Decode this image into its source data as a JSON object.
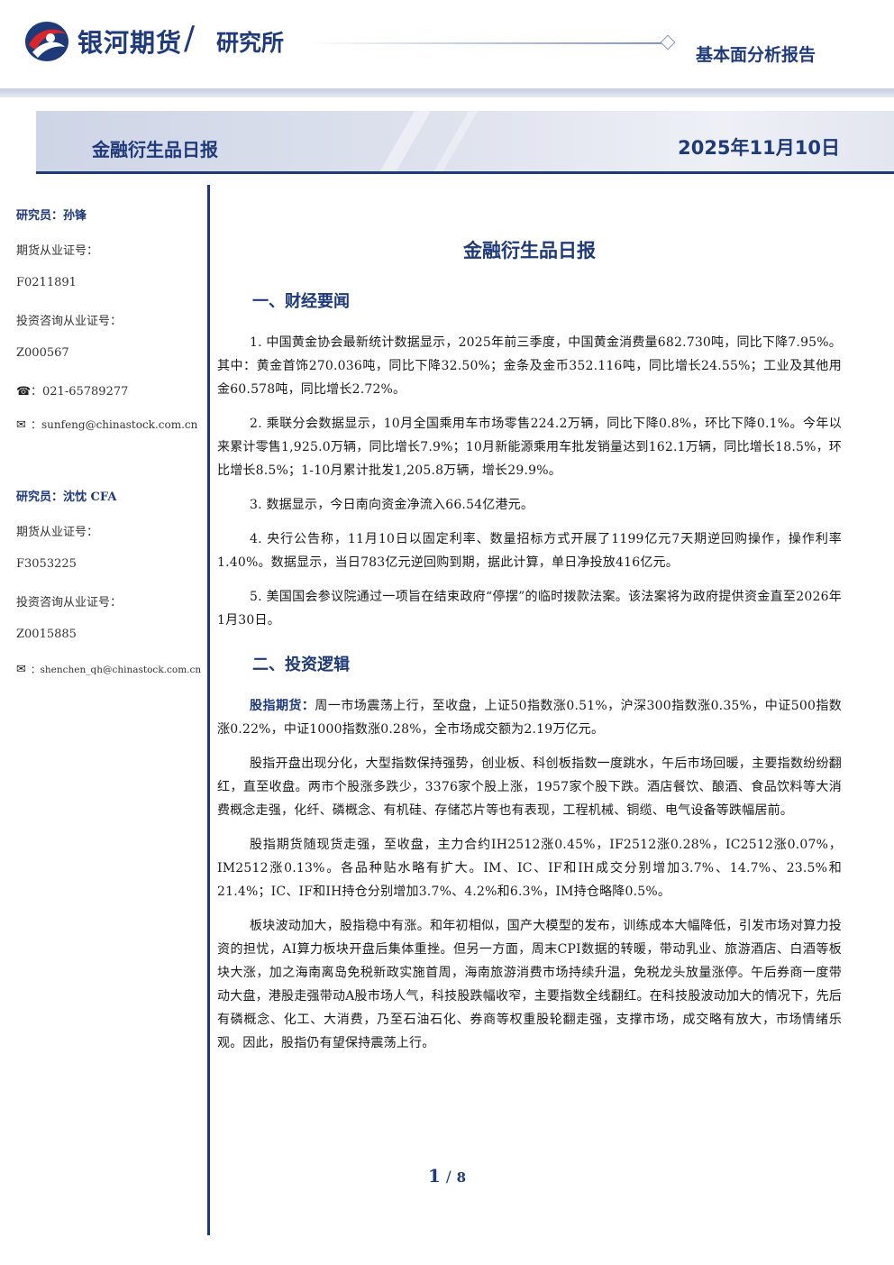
{
  "header": {
    "company": "银河期货",
    "institute": "研究所",
    "report_type": "基本面分析报告"
  },
  "title_bar": {
    "title": "金融衍生品日报",
    "date": "2025年11月10日"
  },
  "sidebar": {
    "analyst1": {
      "label": "研究员：孙锋",
      "license_label": "期货从业证号：",
      "license": "F0211891",
      "consult_label": "投资咨询从业证号：",
      "consult": "Z000567",
      "phone": "021-65789277",
      "email": "sunfeng@chinastock.com.cn"
    },
    "analyst2": {
      "label": "研究员：沈忱 CFA",
      "license_label": "期货从业证号：",
      "license": "F3053225",
      "consult_label": "投资咨询从业证号：",
      "consult": "Z0015885",
      "email": "shenchen_qh@chinastock.com.cn"
    }
  },
  "main": {
    "doc_title": "金融衍生品日报",
    "section1": {
      "heading": "一、财经要闻",
      "items": [
        "1. 中国黄金协会最新统计数据显示，2025年前三季度，中国黄金消费量682.730吨，同比下降7.95%。其中：黄金首饰270.036吨，同比下降32.50%；金条及金币352.116吨，同比增长24.55%；工业及其他用金60.578吨，同比增长2.72%。",
        "2. 乘联分会数据显示，10月全国乘用车市场零售224.2万辆，同比下降0.8%，环比下降0.1%。今年以来累计零售1,925.0万辆，同比增长7.9%；10月新能源乘用车批发销量达到162.1万辆，同比增长18.5%，环比增长8.5%；1-10月累计批发1,205.8万辆，增长29.9%。",
        "3. 数据显示，今日南向资金净流入66.54亿港元。",
        "4. 央行公告称，11月10日以固定利率、数量招标方式开展了1199亿元7天期逆回购操作，操作利率1.40%。数据显示，当日783亿元逆回购到期，据此计算，单日净投放416亿元。",
        "5. 美国国会参议院通过一项旨在结束政府“停摆”的临时拨款法案。该法案将为政府提供资金直至2026年1月30日。"
      ]
    },
    "section2": {
      "heading": "二、投资逻辑",
      "lead_label": "股指期货：",
      "lead_text": "周一市场震荡上行，至收盘，上证50指数涨0.51%，沪深300指数涨0.35%，中证500指数涨0.22%，中证1000指数涨0.28%，全市场成交额为2.19万亿元。",
      "paragraphs": [
        "股指开盘出现分化，大型指数保持强势，创业板、科创板指数一度跳水，午后市场回暖，主要指数纷纷翻红，直至收盘。两市个股涨多跌少，3376家个股上涨，1957家个股下跌。酒店餐饮、酿酒、食品饮料等大消费概念走强，化纤、磷概念、有机硅、存储芯片等也有表现，工程机械、铜缆、电气设备等跌幅居前。",
        "股指期货随现货走强，至收盘，主力合约IH2512涨0.45%，IF2512涨0.28%，IC2512涨0.07%，IM2512涨0.13%。各品种贴水略有扩大。IM、IC、IF和IH成交分别增加3.7%、14.7%、23.5%和21.4%；IC、IF和IH持仓分别增加3.7%、4.2%和6.3%，IM持仓略降0.5%。",
        "板块波动加大，股指稳中有涨。和年初相似，国产大模型的发布，训练成本大幅降低，引发市场对算力投资的担忧，AI算力板块开盘后集体重挫。但另一方面，周末CPI数据的转暖，带动乳业、旅游酒店、白酒等板块大涨，加之海南离岛免税新政实施首周，海南旅游消费市场持续升温，免税龙头放量涨停。午后券商一度带动大盘，港股走强带动A股市场人气，科技股跌幅收窄，主要指数全线翻红。在科技股波动加大的情况下，先后有磷概念、化工、大消费，乃至石油石化、券商等权重股轮翻走强，支撑市场，成交略有放大，市场情绪乐观。因此，股指仍有望保持震荡上行。"
      ]
    }
  },
  "footer": {
    "page": "1",
    "separator": "/",
    "total": "8"
  },
  "colors": {
    "brand": "#1f3a78",
    "logo_red": "#d7262c"
  }
}
